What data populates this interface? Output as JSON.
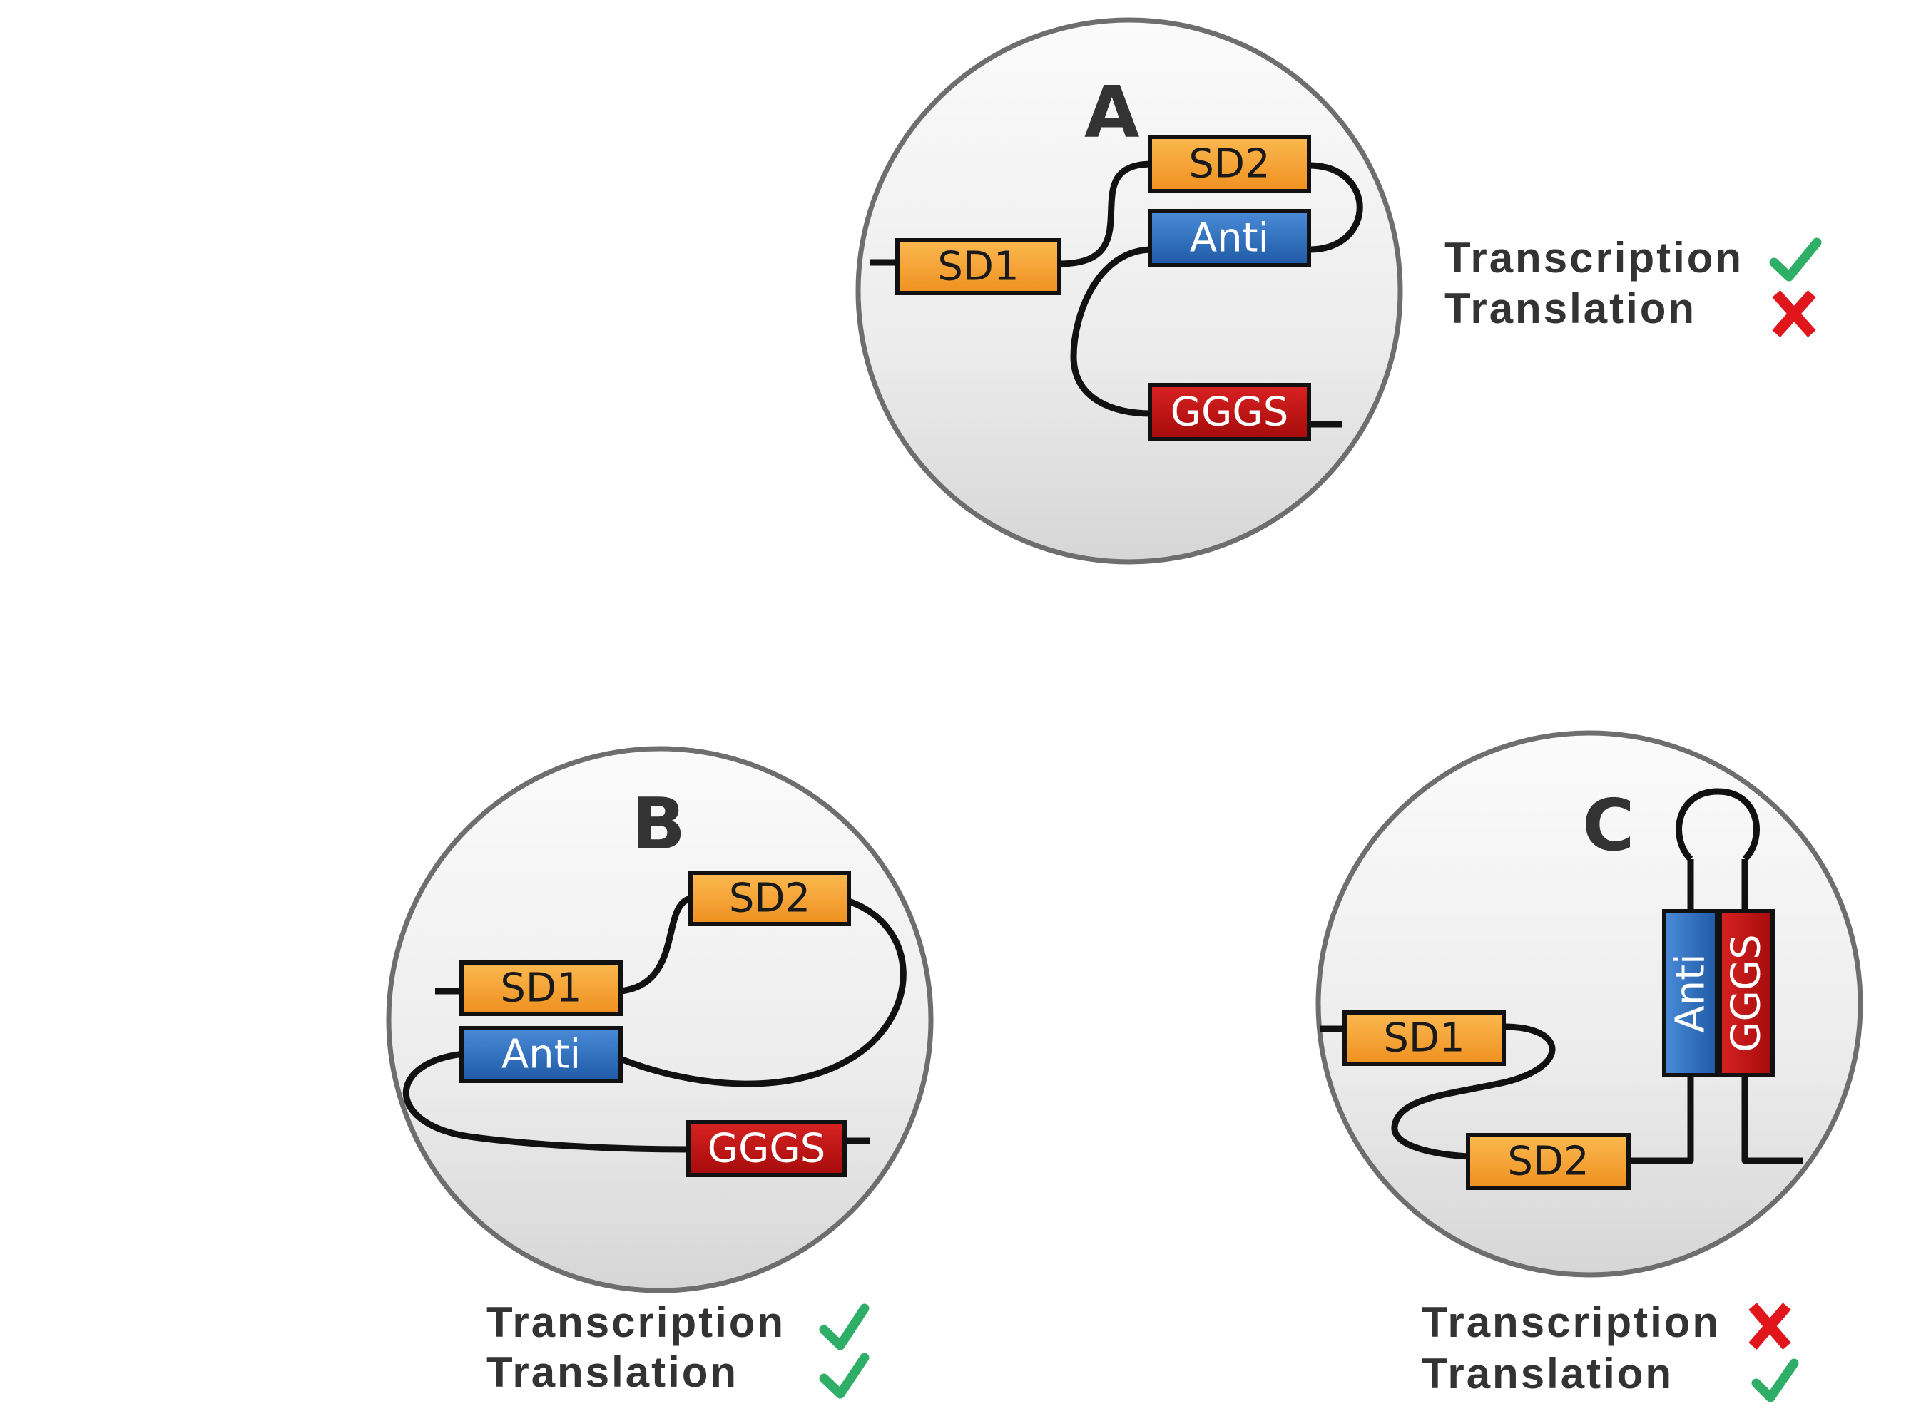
{
  "colors": {
    "sd_fill": "#f6a431",
    "anti_fill": "#2a6fc0",
    "gggs_fill": "#c41212",
    "circle_stroke": "#6e6e6e",
    "check": "#2fae67",
    "cross": "#e0161c"
  },
  "panels": [
    {
      "id": "A",
      "letter": "A",
      "labels": {
        "sd1": "SD1",
        "sd2": "SD2",
        "anti": "Anti",
        "gggs": "GGGS"
      },
      "status": [
        {
          "label": "Transcription",
          "icon": "check-icon"
        },
        {
          "label": "Translation",
          "icon": "cross-icon"
        }
      ]
    },
    {
      "id": "B",
      "letter": "B",
      "labels": {
        "sd1": "SD1",
        "sd2": "SD2",
        "anti": "Anti",
        "gggs": "GGGS"
      },
      "status": [
        {
          "label": "Transcription",
          "icon": "check-icon"
        },
        {
          "label": "Translation",
          "icon": "check-icon"
        }
      ]
    },
    {
      "id": "C",
      "letter": "C",
      "labels": {
        "sd1": "SD1",
        "sd2": "SD2",
        "anti": "Anti",
        "gggs": "GGGS"
      },
      "status": [
        {
          "label": "Transcription",
          "icon": "cross-icon"
        },
        {
          "label": "Translation",
          "icon": "check-icon"
        }
      ]
    }
  ]
}
